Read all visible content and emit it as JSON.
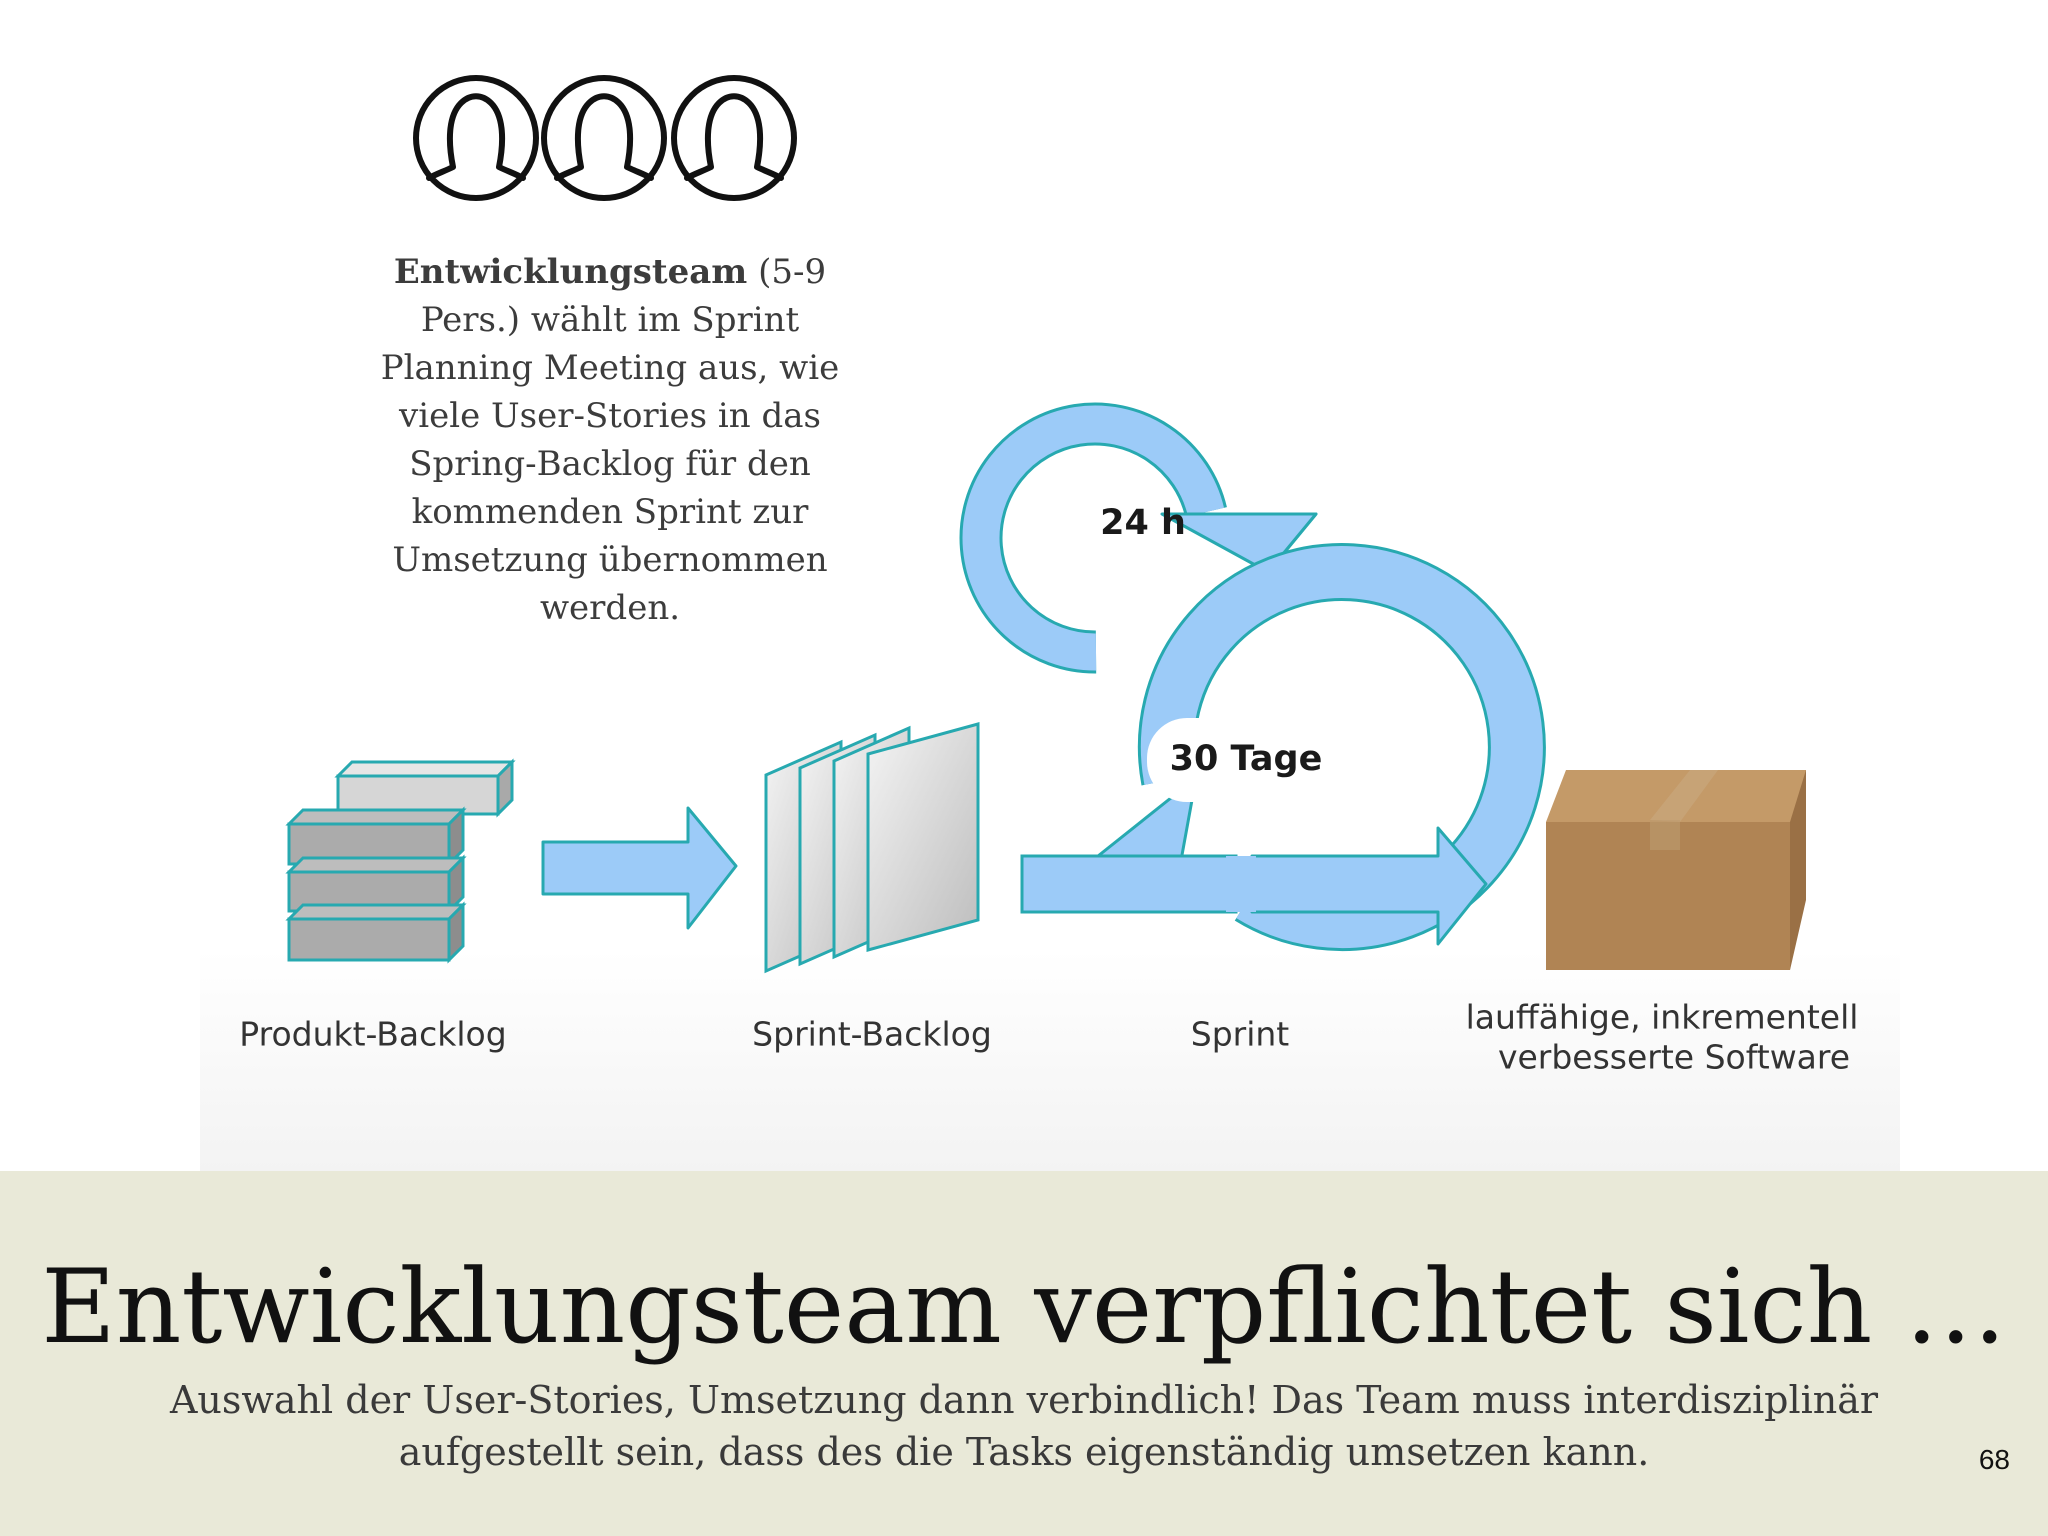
{
  "team": {
    "icon": "person-silhouette-icon",
    "icon_count": 3,
    "description_bold": "Entwicklungsteam",
    "description_rest": " (5-9 Pers.) wählt im Sprint Planning Meeting aus, wie viele User-Stories in das Spring-Backlog für den kommenden Sprint zur Umsetzung übernommen werden."
  },
  "diagram": {
    "daily_cycle_label": "24 h",
    "sprint_cycle_label": "30 Tage",
    "stages": {
      "product_backlog": "Produkt-Backlog",
      "sprint_backlog": "Sprint-Backlog",
      "sprint": "Sprint",
      "software_line1": "lauffähige, inkrementell",
      "software_line2": "verbesserte Software"
    },
    "colors": {
      "arrow_fill": "#9ccbf8",
      "arrow_stroke": "#27a9b0",
      "box_fill": "#b5895a"
    }
  },
  "footer": {
    "headline": "Entwicklungsteam verpflichtet sich …",
    "subline": "Auswahl der User-Stories, Umsetzung dann verbindlich! Das Team muss interdisziplinär aufgestellt sein, dass des die Tasks eigenständig umsetzen kann.",
    "page_number": "68",
    "background": "#e9e9d8"
  }
}
